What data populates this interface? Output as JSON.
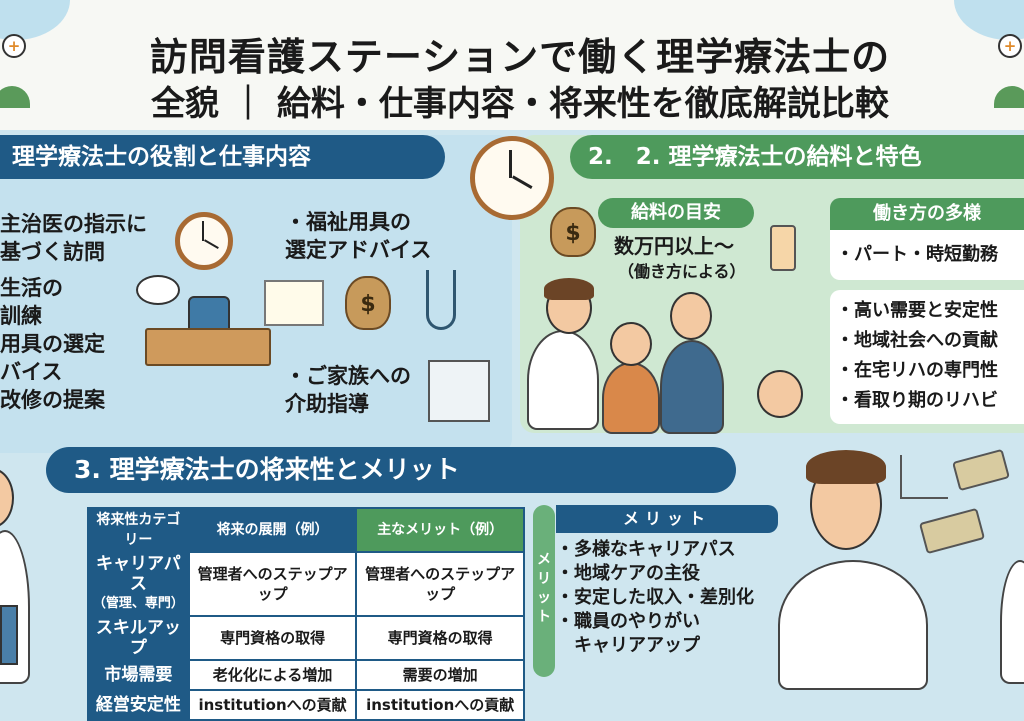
{
  "header": {
    "title_line1": "訪問看護ステーションで働く理学療法士の",
    "title_line2": "全貌 ｜ 給料・仕事内容・将来性を徹底解説比較"
  },
  "section1": {
    "heading": "理学療法士の役割と仕事内容",
    "left_items": [
      "主治医の指示に",
      "基づく訪問",
      "生活の",
      "訓練",
      "用具の選定",
      "バイス",
      "改修の提案"
    ],
    "right_item1": [
      "・福祉用具の",
      "選定アドバイス"
    ],
    "right_item2": [
      "・ご家族への",
      "介助指導"
    ]
  },
  "section2": {
    "heading": "2.　2. 理学療法士の給料と特色",
    "salary_label": "給料の目安",
    "salary_value": "数万円以上～",
    "salary_note": "（働き方による）",
    "workstyle_label": "働き方の多様",
    "workstyle_items": [
      "・パート・時短勤務"
    ],
    "features": [
      "・高い需要と安定性",
      "・地域社会への貢献",
      "・在宅リハの専門性",
      "・看取り期のリハビ"
    ]
  },
  "section3": {
    "heading": "3. 理学療法士の将来性とメリット",
    "table": {
      "headers": [
        "将来性カテゴリー",
        "将来の展開（例）",
        "主なメリット（例）"
      ],
      "rows": [
        {
          "category": "キャリアパス",
          "category_sub": "（管理、専門）",
          "future": "管理者へのステップアップ",
          "merit": "管理者へのステップアップ"
        },
        {
          "category": "スキルアップ",
          "category_sub": "",
          "future": "専門資格の取得",
          "merit": "専門資格の取得"
        },
        {
          "category": "市場需要",
          "category_sub": "",
          "future": "老化化による増加",
          "merit": "需要の増加"
        },
        {
          "category": "経営安定性",
          "category_sub": "",
          "future": "institutionへの貢献",
          "merit": "institutionへの貢献"
        }
      ]
    },
    "side_label": "メリット",
    "merit_heading": "メリット",
    "merits": [
      "・多様なキャリアパス",
      "・地域ケアの主役",
      "・安定した収入・差別化",
      "・職員のやりがい",
      "　キャリアアップ"
    ]
  },
  "icons": {
    "dollar": "$",
    "plus": "+"
  },
  "colors": {
    "navy": "#1f5a86",
    "green": "#4e9a5c",
    "blue_bg": "#c4e1ee",
    "green_bg": "#cfe8d2"
  }
}
